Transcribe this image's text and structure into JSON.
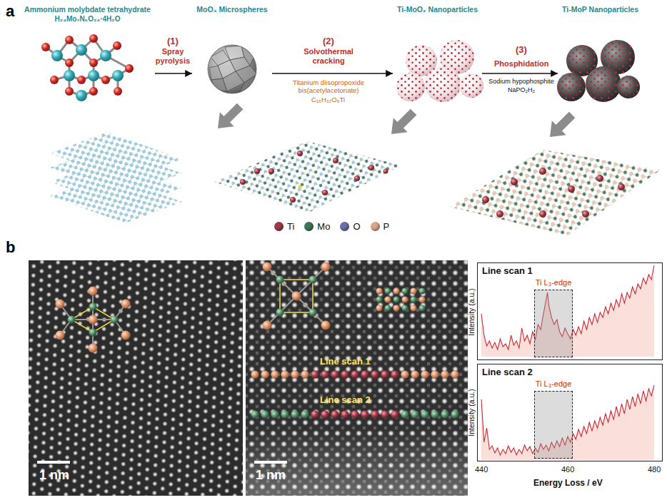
{
  "diagram": {
    "nodes": [
      {
        "text": [
          "Ammonium molybdate tetrahydrate",
          "H₂₄Mo₇N₆O₂₄·4H₂O"
        ]
      },
      {
        "text": [
          "MoO₃ Microspheres"
        ]
      },
      {
        "text": [
          "Ti-MoO₂ Nanoparticles"
        ]
      },
      {
        "text": [
          "Ti-MoP Nanoparticles"
        ]
      },
      {
        "text": [
          "Line scan 1"
        ]
      },
      {
        "text": [
          "Ti L₃-edge"
        ],
        "in": 4
      },
      {
        "text": [
          "Line scan 2"
        ]
      },
      {
        "text": [
          "Ti L₃-edge"
        ],
        "in": 6
      }
    ],
    "edges": [
      {
        "from": 0,
        "to": 1,
        "arrow": "to"
      },
      {
        "from": 1,
        "to": 2,
        "arrow": "to"
      },
      {
        "from": 2,
        "to": 3,
        "arrow": "to"
      }
    ],
    "labels": [
      "a",
      "(1)",
      "Spray pyrolysis",
      "(2)",
      "Solvothermal cracking",
      "Titanium diisopropoxide bis(acetylacetonate)",
      "C₁₆H₃₂O₆Ti",
      "(3)",
      "Phosphidation",
      "Sodium hypophosphite",
      "NaPO₂H₂",
      "b",
      "1 nm",
      "1 nm",
      "Line scan 1",
      "Line scan 2",
      "Intensity (a.u.)",
      "Intensity (a.u.)",
      "440",
      "460",
      "480",
      "Energy Loss / eV"
    ],
    "legend": [
      {
        "text": "Ti",
        "color": "#9e3a48"
      },
      {
        "text": "Mo",
        "color": "#3f7558"
      },
      {
        "text": "O",
        "color": "#6e6fa8"
      },
      {
        "text": "P",
        "color": "#d8a68a"
      }
    ]
  }
}
